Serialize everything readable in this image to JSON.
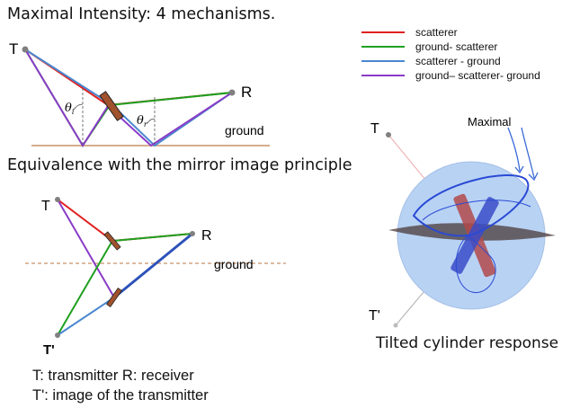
{
  "title": "Maximal Intensity: 4 mechanisms.",
  "subtitle": "Equivalence with the mirror image principle",
  "legend": [
    {
      "label": "scatterer",
      "color": "#e02020"
    },
    {
      "label": "ground- scatterer",
      "color": "#20a020"
    },
    {
      "label": "scatterer - ground",
      "color": "#4a88d0"
    },
    {
      "label": "ground– scatterer- ground",
      "color": "#8a3cc8"
    }
  ],
  "top_diagram": {
    "transmitter_label": "T",
    "receiver_label": "R",
    "ground_label": "ground",
    "angle_incident": "θ",
    "angle_incident_sub": "i",
    "angle_reflected": "θ",
    "angle_reflected_sub": "r"
  },
  "mirror_diagram": {
    "transmitter_label": "T",
    "receiver_label": "R",
    "ground_label": "ground",
    "image_label": "T'"
  },
  "sphere_diagram": {
    "transmitter_label": "T",
    "image_label": "T'",
    "maximal_label": "Maximal",
    "caption": "Tilted cylinder response"
  },
  "captions": {
    "line1": "T: transmitter   R: receiver",
    "line2": "T': image of the transmitter"
  },
  "colors": {
    "ground_line": "#c8926a",
    "scatterer_fill": "#a0522d",
    "sphere_fill": "#b8d2f4",
    "helix_stroke": "#2a4ad4"
  }
}
